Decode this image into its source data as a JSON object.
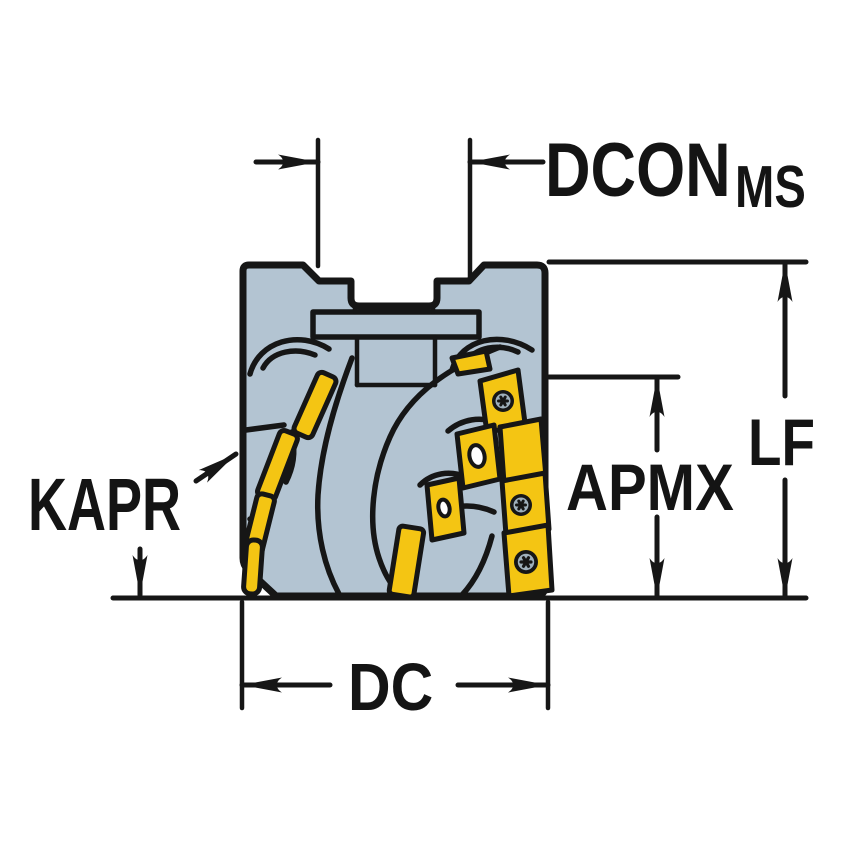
{
  "figure": {
    "type": "technical-line-illustration",
    "subject": "indexable milling cutter with helical yellow inserts and dimension callouts",
    "dimension_labels_visible": [
      "DCONMS",
      "LF",
      "APMX",
      "KAPR",
      "DC"
    ]
  },
  "labels": {
    "dcon": "DCON",
    "dcon_sub": "MS",
    "lf": "LF",
    "apmx": "APMX",
    "kapr": "KAPR",
    "dc": "DC"
  },
  "colors": {
    "background": "#ffffff",
    "outline": "#161616",
    "cutter_body": "#b3c4d2",
    "insert_yellow": "#f4c513",
    "screw_gray": "#9fb0bc",
    "hole_white": "#ffffff"
  }
}
